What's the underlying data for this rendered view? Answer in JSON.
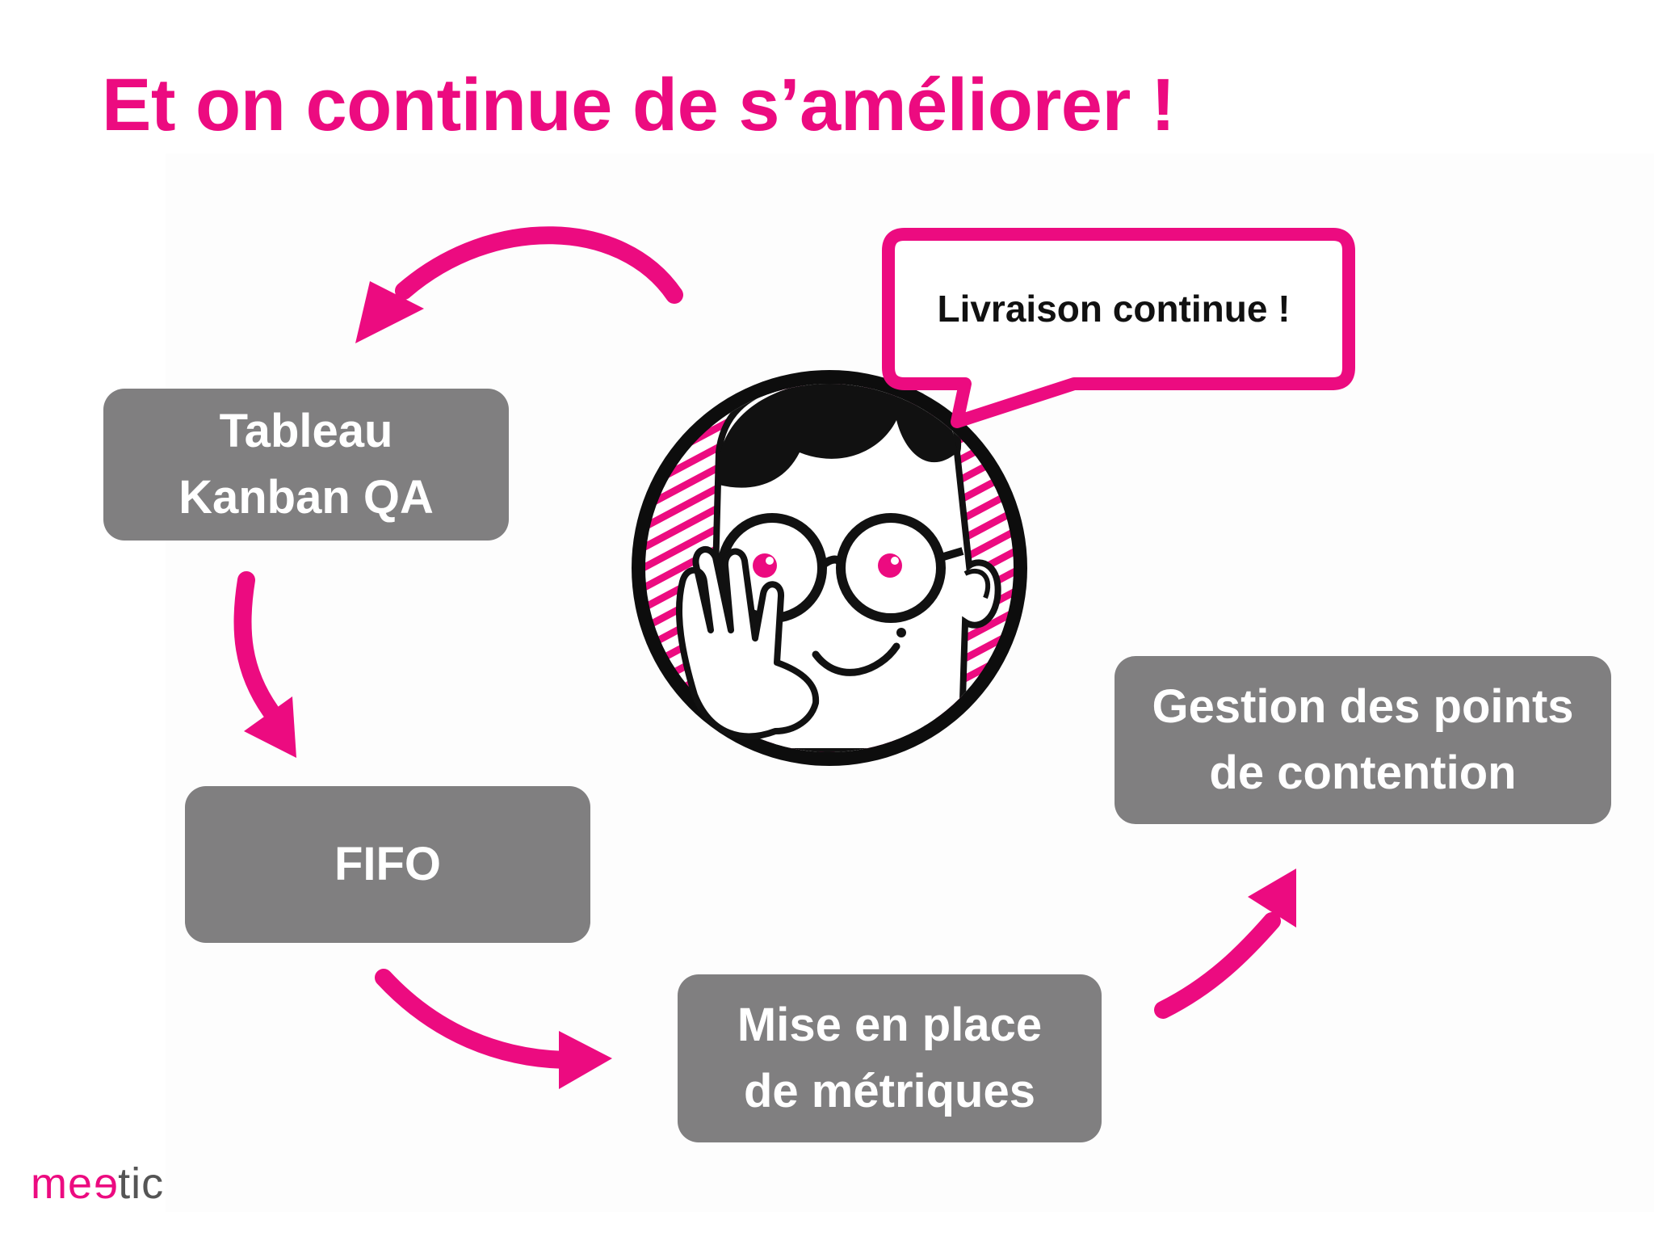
{
  "title": "Et on continue de s’améliorer !",
  "colors": {
    "accent": "#ec0b80",
    "box": "#807f80",
    "box_text": "#ffffff",
    "logo_gray": "#555555"
  },
  "steps": [
    {
      "lines": [
        "Tableau",
        "Kanban QA"
      ]
    },
    {
      "lines": [
        "FIFO"
      ]
    },
    {
      "lines": [
        "Mise en place",
        "de métriques"
      ]
    },
    {
      "lines": [
        "Gestion des points",
        "de contention"
      ]
    }
  ],
  "speech_bubble": {
    "text": "Livraison continue !"
  },
  "character": {
    "icon": "character-hand-face-icon"
  },
  "logo": {
    "part1": "me",
    "part2": "e",
    "part3": "tic"
  }
}
